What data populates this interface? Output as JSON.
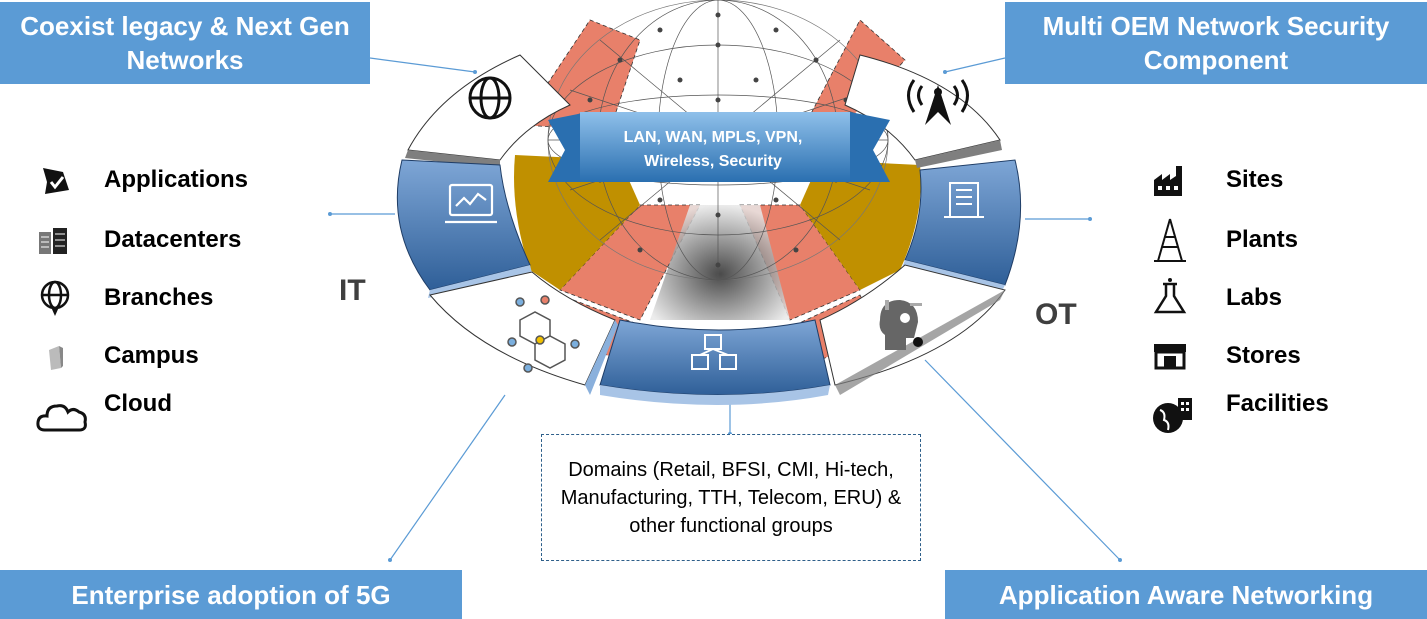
{
  "callouts": {
    "top_left": "Coexist legacy & Next Gen Networks",
    "top_right": "Multi OEM Network Security Component",
    "bottom_left": "Enterprise adoption of 5G",
    "bottom_right": "Application Aware Networking"
  },
  "banner": "LAN, WAN, MPLS, VPN, Wireless, Security",
  "side_labels": {
    "left": "IT",
    "right": "OT"
  },
  "it_list": [
    {
      "icon": "applications-icon",
      "label": "Applications"
    },
    {
      "icon": "datacenter-icon",
      "label": "Datacenters"
    },
    {
      "icon": "branch-globe-icon",
      "label": "Branches"
    },
    {
      "icon": "campus-building-icon",
      "label": "Campus"
    },
    {
      "icon": "cloud-icon",
      "label": "Cloud"
    }
  ],
  "ot_list": [
    {
      "icon": "factory-icon",
      "label": "Sites"
    },
    {
      "icon": "tower-icon",
      "label": "Plants"
    },
    {
      "icon": "flask-icon",
      "label": "Labs"
    },
    {
      "icon": "store-icon",
      "label": "Stores"
    },
    {
      "icon": "globe-building-icon",
      "label": "Facilities"
    }
  ],
  "domains_text": "Domains (Retail, BFSI, CMI, Hi-tech, Manufacturing, TTH, Telecom, ERU) & other functional groups",
  "colors": {
    "callout": "#5b9bd5",
    "ring_blue": "#4a72a8",
    "wedge_salmon": "#e8806a",
    "wedge_gold": "#c09000"
  }
}
